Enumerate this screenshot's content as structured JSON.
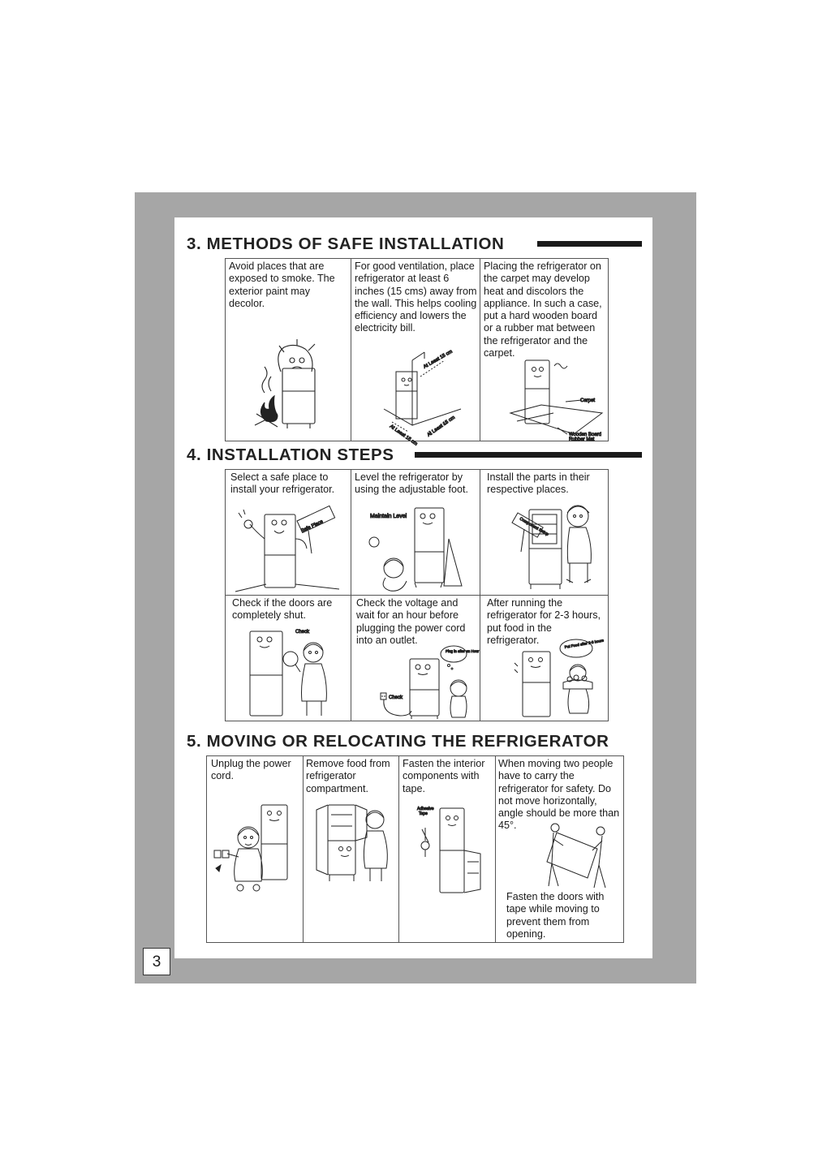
{
  "page_number": "3",
  "section3": {
    "title": "3. METHODS OF SAFE INSTALLATION",
    "cells": [
      "Avoid places that are exposed to smoke. The exterior paint may decolor.",
      "For good ventilation, place refrigerator at least 6 inches (15 cms) away from the wall. This helps cooling efficiency and lowers the electricity bill.",
      "Placing the refrigerator on the carpet may develop heat and discolors the appliance. In such a case, put a hard wooden board or a rubber mat between the refrigerator and the carpet."
    ],
    "labels": {
      "at_least_1": "At Least 15 cm",
      "at_least_2": "At Least 15 cm",
      "at_least_3": "At Least 15 cm",
      "carpet": "Carpet",
      "wooden_board": "Wooden Board",
      "rubber_mat": "Rubber Mat"
    }
  },
  "section4": {
    "title": "4. INSTALLATION STEPS",
    "cells": [
      "Select a safe place to install your refrigerator.",
      "Level the refrigerator by using the adjustable foot.",
      "Install the parts in their respective places.",
      "Check if the doors are completely shut.",
      "Check the voltage and wait for an hour before plugging the power cord into an outlet.",
      "After running the refrigerator for 2-3 hours, put food in the refrigerator."
    ],
    "labels": {
      "safe_place": "Safe Place",
      "maintain_level": "Maintain Level",
      "component_sign": "Component Setup",
      "check_door": "Check",
      "plug_in": "Plug in after an Hour",
      "check_voltage": "Check",
      "put_food": "Put Food after 2-3 hours"
    }
  },
  "section5": {
    "title": "5. MOVING OR RELOCATING THE REFRIGERATOR",
    "cells": [
      "Unplug the power cord.",
      "Remove food from refrigerator compartment.",
      "Fasten the interior components with tape.",
      "When moving two people have to carry the refrigerator for safety. Do not move horizontally, angle should be more than 45°."
    ],
    "note": "Fasten the doors with tape while moving to prevent them from opening.",
    "labels": {
      "adhesive": "Adhesive",
      "tape": "Tape"
    }
  }
}
